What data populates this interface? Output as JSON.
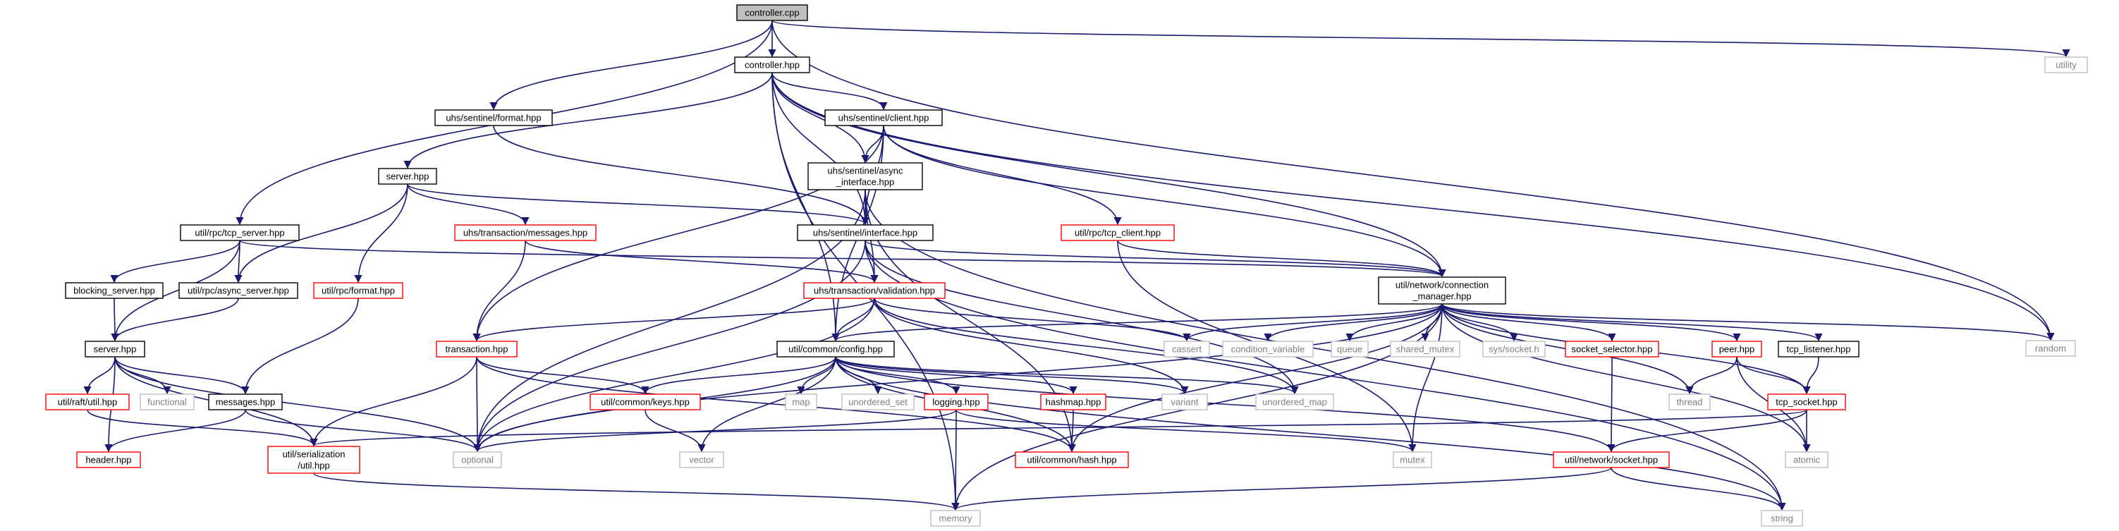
{
  "colors": {
    "edge": "#191970",
    "root_fill": "#bfbfbf",
    "black_border": "#000000",
    "red_border": "#ff0000",
    "gray_border": "#bfbfbf",
    "gray_text": "#7f7f7f",
    "text": "#000000"
  },
  "graph": {
    "nodes": [
      {
        "id": "controller_cpp",
        "lines": [
          "controller.cpp"
        ],
        "style": "root"
      },
      {
        "id": "controller_hpp",
        "lines": [
          "controller.hpp"
        ],
        "style": "black"
      },
      {
        "id": "utility",
        "lines": [
          "utility"
        ],
        "style": "gray"
      },
      {
        "id": "random",
        "lines": [
          "random"
        ],
        "style": "gray"
      },
      {
        "id": "sentinel_format",
        "lines": [
          "uhs/sentinel/format.hpp"
        ],
        "style": "black"
      },
      {
        "id": "sentinel_client",
        "lines": [
          "uhs/sentinel/client.hpp"
        ],
        "style": "black"
      },
      {
        "id": "server_hpp",
        "lines": [
          "server.hpp"
        ],
        "style": "black"
      },
      {
        "id": "async_interface",
        "lines": [
          "uhs/sentinel/async",
          "_interface.hpp"
        ],
        "style": "black"
      },
      {
        "id": "tcp_server",
        "lines": [
          "util/rpc/tcp_server.hpp"
        ],
        "style": "black"
      },
      {
        "id": "txn_messages",
        "lines": [
          "uhs/transaction/messages.hpp"
        ],
        "style": "red"
      },
      {
        "id": "sentinel_interface",
        "lines": [
          "uhs/sentinel/interface.hpp"
        ],
        "style": "black"
      },
      {
        "id": "tcp_client",
        "lines": [
          "util/rpc/tcp_client.hpp"
        ],
        "style": "red"
      },
      {
        "id": "conn_manager",
        "lines": [
          "util/network/connection",
          "_manager.hpp"
        ],
        "style": "black"
      },
      {
        "id": "blocking_server",
        "lines": [
          "blocking_server.hpp"
        ],
        "style": "black"
      },
      {
        "id": "async_server",
        "lines": [
          "util/rpc/async_server.hpp"
        ],
        "style": "black"
      },
      {
        "id": "rpc_format",
        "lines": [
          "util/rpc/format.hpp"
        ],
        "style": "red"
      },
      {
        "id": "validation",
        "lines": [
          "uhs/transaction/validation.hpp"
        ],
        "style": "red"
      },
      {
        "id": "server_hpp2",
        "lines": [
          "server.hpp"
        ],
        "style": "black"
      },
      {
        "id": "transaction_hpp",
        "lines": [
          "transaction.hpp"
        ],
        "style": "red"
      },
      {
        "id": "common_config",
        "lines": [
          "util/common/config.hpp"
        ],
        "style": "black"
      },
      {
        "id": "cassert",
        "lines": [
          "cassert"
        ],
        "style": "gray"
      },
      {
        "id": "condition_variable",
        "lines": [
          "condition_variable"
        ],
        "style": "gray"
      },
      {
        "id": "queue",
        "lines": [
          "queue"
        ],
        "style": "gray"
      },
      {
        "id": "shared_mutex",
        "lines": [
          "shared_mutex"
        ],
        "style": "gray"
      },
      {
        "id": "sys_socket",
        "lines": [
          "sys/socket.h"
        ],
        "style": "gray"
      },
      {
        "id": "socket_selector",
        "lines": [
          "socket_selector.hpp"
        ],
        "style": "red"
      },
      {
        "id": "peer_hpp",
        "lines": [
          "peer.hpp"
        ],
        "style": "red"
      },
      {
        "id": "tcp_listener",
        "lines": [
          "tcp_listener.hpp"
        ],
        "style": "black"
      },
      {
        "id": "raft_util",
        "lines": [
          "util/raft/util.hpp"
        ],
        "style": "red"
      },
      {
        "id": "functional",
        "lines": [
          "functional"
        ],
        "style": "gray"
      },
      {
        "id": "messages_hpp",
        "lines": [
          "messages.hpp"
        ],
        "style": "black"
      },
      {
        "id": "common_keys",
        "lines": [
          "util/common/keys.hpp"
        ],
        "style": "red"
      },
      {
        "id": "map",
        "lines": [
          "map"
        ],
        "style": "gray"
      },
      {
        "id": "unordered_set",
        "lines": [
          "unordered_set"
        ],
        "style": "gray"
      },
      {
        "id": "logging_hpp",
        "lines": [
          "logging.hpp"
        ],
        "style": "red"
      },
      {
        "id": "hashmap_hpp",
        "lines": [
          "hashmap.hpp"
        ],
        "style": "red"
      },
      {
        "id": "variant",
        "lines": [
          "variant"
        ],
        "style": "gray"
      },
      {
        "id": "unordered_map",
        "lines": [
          "unordered_map"
        ],
        "style": "gray"
      },
      {
        "id": "thread",
        "lines": [
          "thread"
        ],
        "style": "gray"
      },
      {
        "id": "tcp_socket",
        "lines": [
          "tcp_socket.hpp"
        ],
        "style": "red"
      },
      {
        "id": "header_hpp",
        "lines": [
          "header.hpp"
        ],
        "style": "red"
      },
      {
        "id": "serialization_util",
        "lines": [
          "util/serialization",
          "/util.hpp"
        ],
        "style": "red"
      },
      {
        "id": "optional",
        "lines": [
          "optional"
        ],
        "style": "gray"
      },
      {
        "id": "vector",
        "lines": [
          "vector"
        ],
        "style": "gray"
      },
      {
        "id": "common_hash",
        "lines": [
          "util/common/hash.hpp"
        ],
        "style": "red"
      },
      {
        "id": "mutex",
        "lines": [
          "mutex"
        ],
        "style": "gray"
      },
      {
        "id": "network_socket",
        "lines": [
          "util/network/socket.hpp"
        ],
        "style": "red"
      },
      {
        "id": "atomic",
        "lines": [
          "atomic"
        ],
        "style": "gray"
      },
      {
        "id": "memory",
        "lines": [
          "memory"
        ],
        "style": "gray"
      },
      {
        "id": "string",
        "lines": [
          "string"
        ],
        "style": "gray"
      }
    ],
    "edges": [
      [
        "controller_cpp",
        "controller_hpp"
      ],
      [
        "controller_cpp",
        "utility"
      ],
      [
        "controller_cpp",
        "random"
      ],
      [
        "controller_cpp",
        "sentinel_format"
      ],
      [
        "controller_cpp",
        "tcp_server"
      ],
      [
        "controller_hpp",
        "sentinel_client"
      ],
      [
        "controller_hpp",
        "async_interface"
      ],
      [
        "controller_hpp",
        "sentinel_interface"
      ],
      [
        "controller_hpp",
        "server_hpp"
      ],
      [
        "controller_hpp",
        "conn_manager"
      ],
      [
        "controller_hpp",
        "common_config"
      ],
      [
        "controller_hpp",
        "random"
      ],
      [
        "controller_hpp",
        "memory"
      ],
      [
        "sentinel_format",
        "sentinel_interface"
      ],
      [
        "sentinel_client",
        "async_interface"
      ],
      [
        "sentinel_client",
        "sentinel_interface"
      ],
      [
        "sentinel_client",
        "tcp_client"
      ],
      [
        "sentinel_client",
        "conn_manager"
      ],
      [
        "sentinel_client",
        "transaction_hpp"
      ],
      [
        "sentinel_client",
        "common_config"
      ],
      [
        "server_hpp",
        "txn_messages"
      ],
      [
        "server_hpp",
        "sentinel_interface"
      ],
      [
        "server_hpp",
        "async_server"
      ],
      [
        "server_hpp",
        "rpc_format"
      ],
      [
        "async_interface",
        "sentinel_interface"
      ],
      [
        "async_interface",
        "validation"
      ],
      [
        "async_interface",
        "optional"
      ],
      [
        "async_interface",
        "string"
      ],
      [
        "async_interface",
        "common_hash"
      ],
      [
        "tcp_server",
        "blocking_server"
      ],
      [
        "tcp_server",
        "async_server"
      ],
      [
        "tcp_server",
        "server_hpp2"
      ],
      [
        "tcp_server",
        "conn_manager"
      ],
      [
        "txn_messages",
        "transaction_hpp"
      ],
      [
        "txn_messages",
        "validation"
      ],
      [
        "sentinel_interface",
        "validation"
      ],
      [
        "sentinel_interface",
        "conn_manager"
      ],
      [
        "sentinel_interface",
        "optional"
      ],
      [
        "sentinel_interface",
        "unordered_map"
      ],
      [
        "sentinel_interface",
        "string"
      ],
      [
        "tcp_client",
        "conn_manager"
      ],
      [
        "tcp_client",
        "mutex"
      ],
      [
        "blocking_server",
        "server_hpp2"
      ],
      [
        "async_server",
        "server_hpp2"
      ],
      [
        "rpc_format",
        "messages_hpp"
      ],
      [
        "validation",
        "transaction_hpp"
      ],
      [
        "validation",
        "common_config"
      ],
      [
        "validation",
        "cassert"
      ],
      [
        "validation",
        "optional"
      ],
      [
        "validation",
        "variant"
      ],
      [
        "validation",
        "unordered_map"
      ],
      [
        "conn_manager",
        "common_config"
      ],
      [
        "conn_manager",
        "cassert"
      ],
      [
        "conn_manager",
        "condition_variable"
      ],
      [
        "conn_manager",
        "queue"
      ],
      [
        "conn_manager",
        "shared_mutex"
      ],
      [
        "conn_manager",
        "sys_socket"
      ],
      [
        "conn_manager",
        "socket_selector"
      ],
      [
        "conn_manager",
        "peer_hpp"
      ],
      [
        "conn_manager",
        "tcp_listener"
      ],
      [
        "conn_manager",
        "thread"
      ],
      [
        "conn_manager",
        "tcp_socket"
      ],
      [
        "conn_manager",
        "atomic"
      ],
      [
        "conn_manager",
        "random"
      ],
      [
        "conn_manager",
        "memory"
      ],
      [
        "conn_manager",
        "optional"
      ],
      [
        "conn_manager",
        "mutex"
      ],
      [
        "conn_manager",
        "common_hash"
      ],
      [
        "server_hpp2",
        "raft_util"
      ],
      [
        "server_hpp2",
        "functional"
      ],
      [
        "server_hpp2",
        "messages_hpp"
      ],
      [
        "server_hpp2",
        "header_hpp"
      ],
      [
        "server_hpp2",
        "serialization_util"
      ],
      [
        "server_hpp2",
        "optional"
      ],
      [
        "transaction_hpp",
        "common_keys"
      ],
      [
        "transaction_hpp",
        "serialization_util"
      ],
      [
        "transaction_hpp",
        "optional"
      ],
      [
        "transaction_hpp",
        "common_hash"
      ],
      [
        "common_config",
        "common_keys"
      ],
      [
        "common_config",
        "map"
      ],
      [
        "common_config",
        "unordered_set"
      ],
      [
        "common_config",
        "logging_hpp"
      ],
      [
        "common_config",
        "hashmap_hpp"
      ],
      [
        "common_config",
        "variant"
      ],
      [
        "common_config",
        "unordered_map"
      ],
      [
        "common_config",
        "optional"
      ],
      [
        "common_config",
        "vector"
      ],
      [
        "common_config",
        "common_hash"
      ],
      [
        "common_config",
        "string"
      ],
      [
        "common_config",
        "network_socket"
      ],
      [
        "socket_selector",
        "network_socket"
      ],
      [
        "peer_hpp",
        "tcp_socket"
      ],
      [
        "peer_hpp",
        "thread"
      ],
      [
        "peer_hpp",
        "atomic"
      ],
      [
        "tcp_listener",
        "tcp_socket"
      ],
      [
        "tcp_socket",
        "network_socket"
      ],
      [
        "tcp_socket",
        "atomic"
      ],
      [
        "tcp_socket",
        "serialization_util"
      ],
      [
        "raft_util",
        "serialization_util"
      ],
      [
        "messages_hpp",
        "header_hpp"
      ],
      [
        "messages_hpp",
        "optional"
      ],
      [
        "common_keys",
        "vector"
      ],
      [
        "logging_hpp",
        "memory"
      ],
      [
        "logging_hpp",
        "mutex"
      ],
      [
        "logging_hpp",
        "optional"
      ],
      [
        "hashmap_hpp",
        "common_hash"
      ],
      [
        "serialization_util",
        "memory"
      ],
      [
        "network_socket",
        "memory"
      ],
      [
        "network_socket",
        "string"
      ]
    ]
  }
}
